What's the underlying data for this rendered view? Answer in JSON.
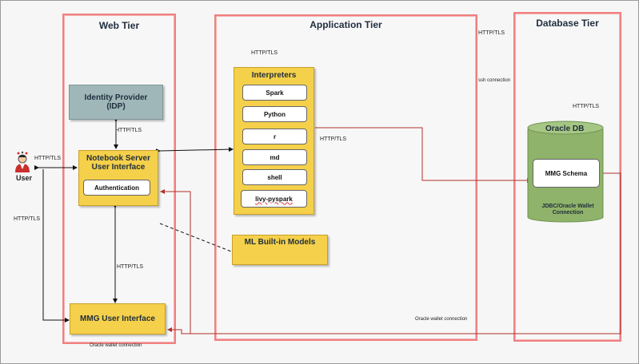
{
  "tiers": {
    "web": "Web Tier",
    "application": "Application Tier",
    "database": "Database Tier"
  },
  "user": {
    "label": "User"
  },
  "identity_provider": {
    "label": "Identity Provider (IDP)"
  },
  "notebook": {
    "label": "Notebook Server User Interface",
    "auth": "Authentication"
  },
  "mmg_ui": {
    "label": "MMG User Interface"
  },
  "interpreters": {
    "title": "Interpreters",
    "items": [
      "Spark",
      "Python",
      "r",
      "md",
      "shell",
      "livy-pyspark"
    ]
  },
  "ml_models": {
    "label": "ML Built-in Models"
  },
  "oracle_db": {
    "title": "Oracle DB",
    "schema": "MMG Schema",
    "footer": "JDBC/Oracle Wallet Connection"
  },
  "labels": {
    "user_http": "HTTP/TLS",
    "left_http": "HTTP/TLS",
    "idp_http": "HTTP/TLS",
    "mmg_http": "HTTP/TLS",
    "app_top_http": "HTTP/TLS",
    "interp_http": "HTTP/TLS",
    "db_top_http": "HTTP/TLS",
    "db_mid_http": "HTTP/TLS",
    "ssh": "ssh connection",
    "wallet_bottom": "Oracle wallet connection",
    "wallet_app": "Oracle wallet connection"
  },
  "colors": {
    "tier_border": "#f08080",
    "yellow": "#f5d04a",
    "idp": "#9fb7b9",
    "db": "#8fb36a",
    "red_line": "#b0302a"
  }
}
